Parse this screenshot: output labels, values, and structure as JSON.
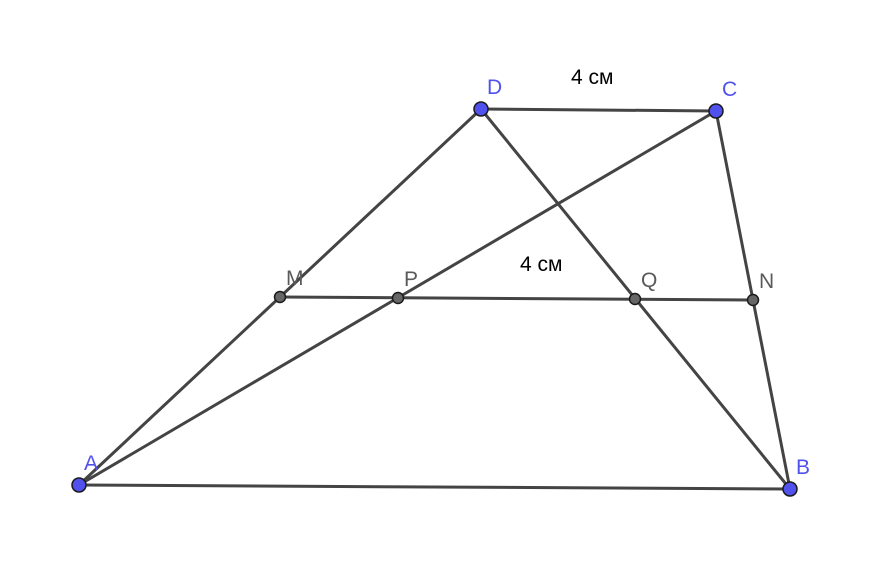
{
  "diagram": {
    "points": [
      {
        "id": "A",
        "label": "A",
        "kind": "free"
      },
      {
        "id": "B",
        "label": "B",
        "kind": "free"
      },
      {
        "id": "C",
        "label": "C",
        "kind": "free"
      },
      {
        "id": "D",
        "label": "D",
        "kind": "free"
      },
      {
        "id": "M",
        "label": "M",
        "kind": "dependent"
      },
      {
        "id": "N",
        "label": "N",
        "kind": "dependent"
      },
      {
        "id": "P",
        "label": "P",
        "kind": "dependent"
      },
      {
        "id": "Q",
        "label": "Q",
        "kind": "dependent"
      }
    ],
    "segments": [
      {
        "from": "A",
        "to": "B"
      },
      {
        "from": "D",
        "to": "C"
      },
      {
        "from": "A",
        "to": "D"
      },
      {
        "from": "C",
        "to": "B"
      },
      {
        "from": "A",
        "to": "C"
      },
      {
        "from": "D",
        "to": "B"
      },
      {
        "from": "M",
        "to": "N"
      }
    ],
    "measurements": {
      "dc": "4 см",
      "pq": "4 см"
    },
    "colors": {
      "free_point": "#5151ee",
      "dependent_point": "#666666",
      "segment": "#444444"
    }
  }
}
